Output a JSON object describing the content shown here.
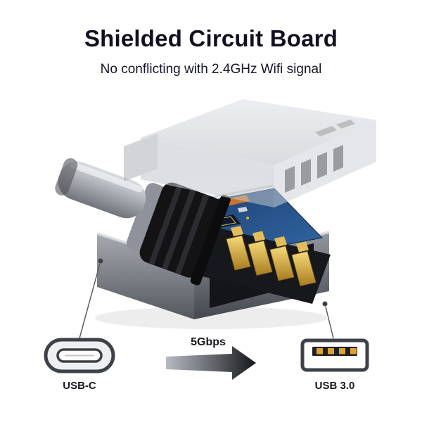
{
  "header": {
    "title": "Shielded Circuit Board",
    "subtitle": "No conflicting with 2.4GHz Wifi signal"
  },
  "annotations": {
    "speed_label": "5Gbps",
    "left_connector_label": "USB-C",
    "right_connector_label": "USB 3.0"
  },
  "illustration": {
    "parts": [
      "shield-cover",
      "usb-c-plug",
      "circuit-board",
      "gold-pins",
      "adapter-shell",
      "usb-a-opening"
    ],
    "icons": [
      "usb-c-connector-icon",
      "speed-arrow-icon",
      "usb-a-port-icon"
    ]
  },
  "colors": {
    "background": "#ffffff",
    "title_text": "#101020",
    "pcb_blue": "#2b5c99",
    "pin_gold": "#d2a43e",
    "metal_gray": "#8b8e95",
    "arrow_dark": "#16171b",
    "icon_outline": "#3e4148"
  }
}
